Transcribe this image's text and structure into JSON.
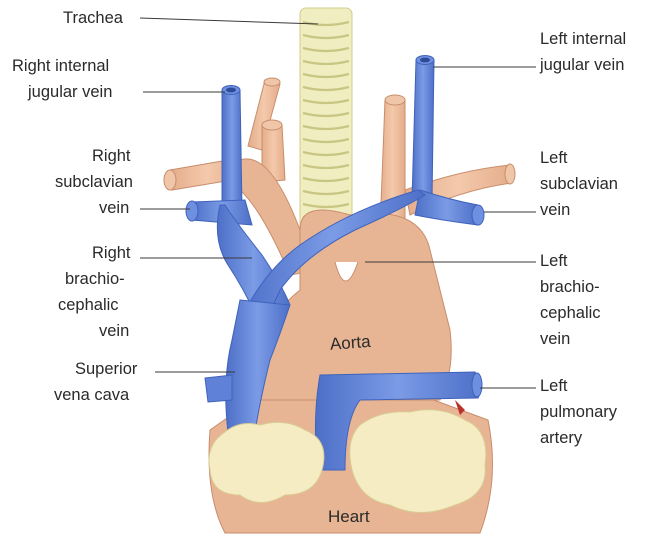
{
  "labels": {
    "trachea": "Trachea",
    "right_ijv": [
      "Right internal",
      "jugular vein"
    ],
    "left_ijv": [
      "Left internal",
      "jugular vein"
    ],
    "right_subclavian": [
      "Right",
      "subclavian",
      "vein"
    ],
    "left_subclavian": [
      "Left",
      "subclavian",
      "vein"
    ],
    "right_brachio": [
      "Right",
      "brachio-",
      "cephalic",
      "vein"
    ],
    "left_brachio": [
      "Left",
      "brachio-",
      "cephalic",
      "vein"
    ],
    "svc": [
      "Superior",
      "vena cava"
    ],
    "pulmonary": [
      "Left",
      "pulmonary",
      "artery"
    ],
    "aorta": "Aorta",
    "heart": "Heart"
  },
  "colors": {
    "vein": "#5a7fd6",
    "vein_dark": "#3f63bb",
    "artery": "#e9b796",
    "artery_dark": "#c98d6c",
    "trachea": "#f0eec0",
    "trachea_ring": "#cfcc8e",
    "fat": "#f5ecc4"
  }
}
